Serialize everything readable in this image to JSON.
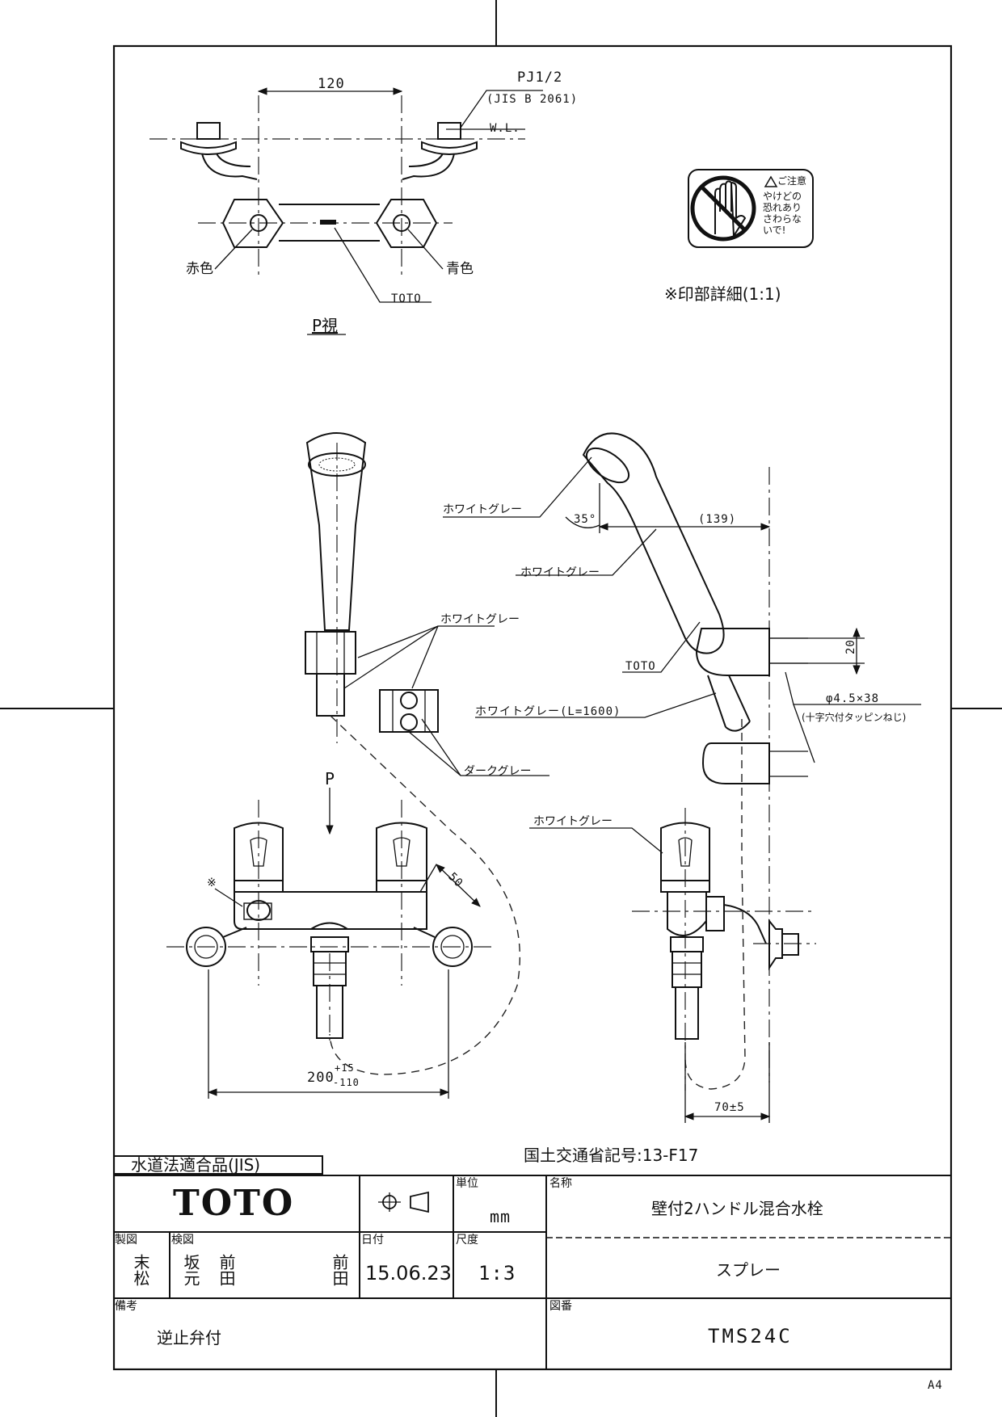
{
  "labels": {
    "dim_120": "120",
    "pj": "PJ1/2",
    "jis_std": "(JIS B 2061)",
    "wl": "W.L.",
    "red": "赤色",
    "blue": "青色",
    "toto_mark": "TOTO",
    "p_view": "P視",
    "caution_title": "ご注意",
    "caution_lines": [
      "やけどの",
      "恐れあり",
      "さわらな",
      "いで!"
    ],
    "print_detail": "※印部詳細(1:1)",
    "white_gray_1": "ホワイトグレー",
    "angle_35": "35°",
    "dim_139": "(139)",
    "white_gray_2": "ホワイトグレー",
    "white_gray_3": "ホワイトグレー",
    "toto_holder": "TOTO",
    "dim_20": "20",
    "hose": "ホワイトグレー(L=1600)",
    "screw": "φ4.5×38",
    "screw_note": "(十字穴付タッピンねじ)",
    "dark_gray": "ダークグレー",
    "p_arrow": "P",
    "white_gray_4": "ホワイトグレー",
    "dim_50": "50",
    "asterisk": "※",
    "dim_200": "200",
    "tol_plus": "+15",
    "tol_minus": "-110",
    "dim_70": "70±5",
    "ministry_code": "国土交通省記号:13-F17",
    "compliance": "水道法適合品(JIS)"
  },
  "title_block": {
    "logo": "TOTO",
    "unit_label": "単位",
    "unit_value": "mm",
    "name_label": "名称",
    "name_value": "壁付2ハンドル混合水栓",
    "drawn_label": "製図",
    "drawn_by": "末松",
    "checked_label": "検図",
    "checked_1": "坂元",
    "checked_2": "前田",
    "checked_3": "前田",
    "date_label": "日付",
    "date_value": "15.06.23",
    "scale_label": "尺度",
    "scale_value": "1:3",
    "subtitle": "スプレー",
    "remarks_label": "備考",
    "remarks_value": "逆止弁付",
    "drawing_no_label": "図番",
    "drawing_no": "TMS24C",
    "paper_size": "A4"
  }
}
